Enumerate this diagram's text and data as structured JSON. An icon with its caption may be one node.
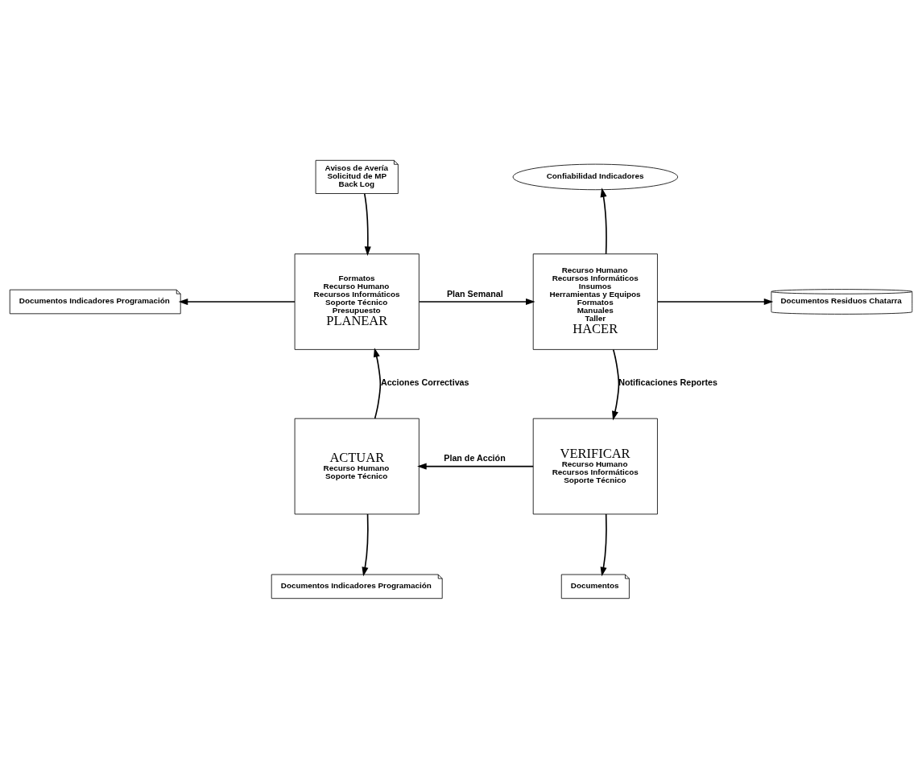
{
  "diagram": {
    "nodes": [
      {
        "text": [
          "Avisos de Avería",
          "Solicitud de MP",
          "Back Log"
        ]
      },
      {
        "text": [
          "Confiabilidad Indicadores"
        ]
      },
      {
        "text": [
          "Documentos Indicadores Programación"
        ]
      },
      {
        "text": [
          "Formatos",
          "Recurso Humano",
          "Recursos Informáticos",
          "Soporte Técnico",
          "Presupuesto",
          "PLANEAR"
        ]
      },
      {
        "text": [
          "Recurso Humano",
          "Recursos Informáticos",
          "Insumos",
          "Herramientas y Equipos",
          "Formatos",
          "Manuales",
          "Taller",
          "HACER"
        ]
      },
      {
        "text": [
          "Documentos Residuos Chatarra"
        ]
      },
      {
        "text": [
          "ACTUAR",
          "Recurso Humano",
          "Soporte Técnico"
        ]
      },
      {
        "text": [
          "VERIFICAR",
          "Recurso Humano",
          "Recursos Informáticos",
          "Soporte Técnico"
        ]
      },
      {
        "text": [
          "Documentos Indicadores Programación"
        ]
      },
      {
        "text": [
          "Documentos"
        ]
      }
    ],
    "edges": [
      {
        "from": 0,
        "to": 3,
        "arrow": "to"
      },
      {
        "from": 3,
        "to": 2,
        "arrow": "to"
      },
      {
        "from": 4,
        "to": 1,
        "arrow": "to"
      },
      {
        "from": 4,
        "to": 5,
        "arrow": "to"
      },
      {
        "from": 6,
        "to": 8,
        "arrow": "to"
      },
      {
        "from": 7,
        "to": 9,
        "arrow": "to"
      },
      {
        "from": 3,
        "to": 4,
        "arrow": "to",
        "label": "Plan Semanal"
      },
      {
        "from": 4,
        "to": 7,
        "arrow": "to",
        "label": "Notificaciones Reportes"
      },
      {
        "from": 7,
        "to": 6,
        "arrow": "to",
        "label": "Plan de Acción"
      },
      {
        "from": 6,
        "to": 3,
        "arrow": "to",
        "label": "Acciones Correctivas"
      }
    ]
  }
}
